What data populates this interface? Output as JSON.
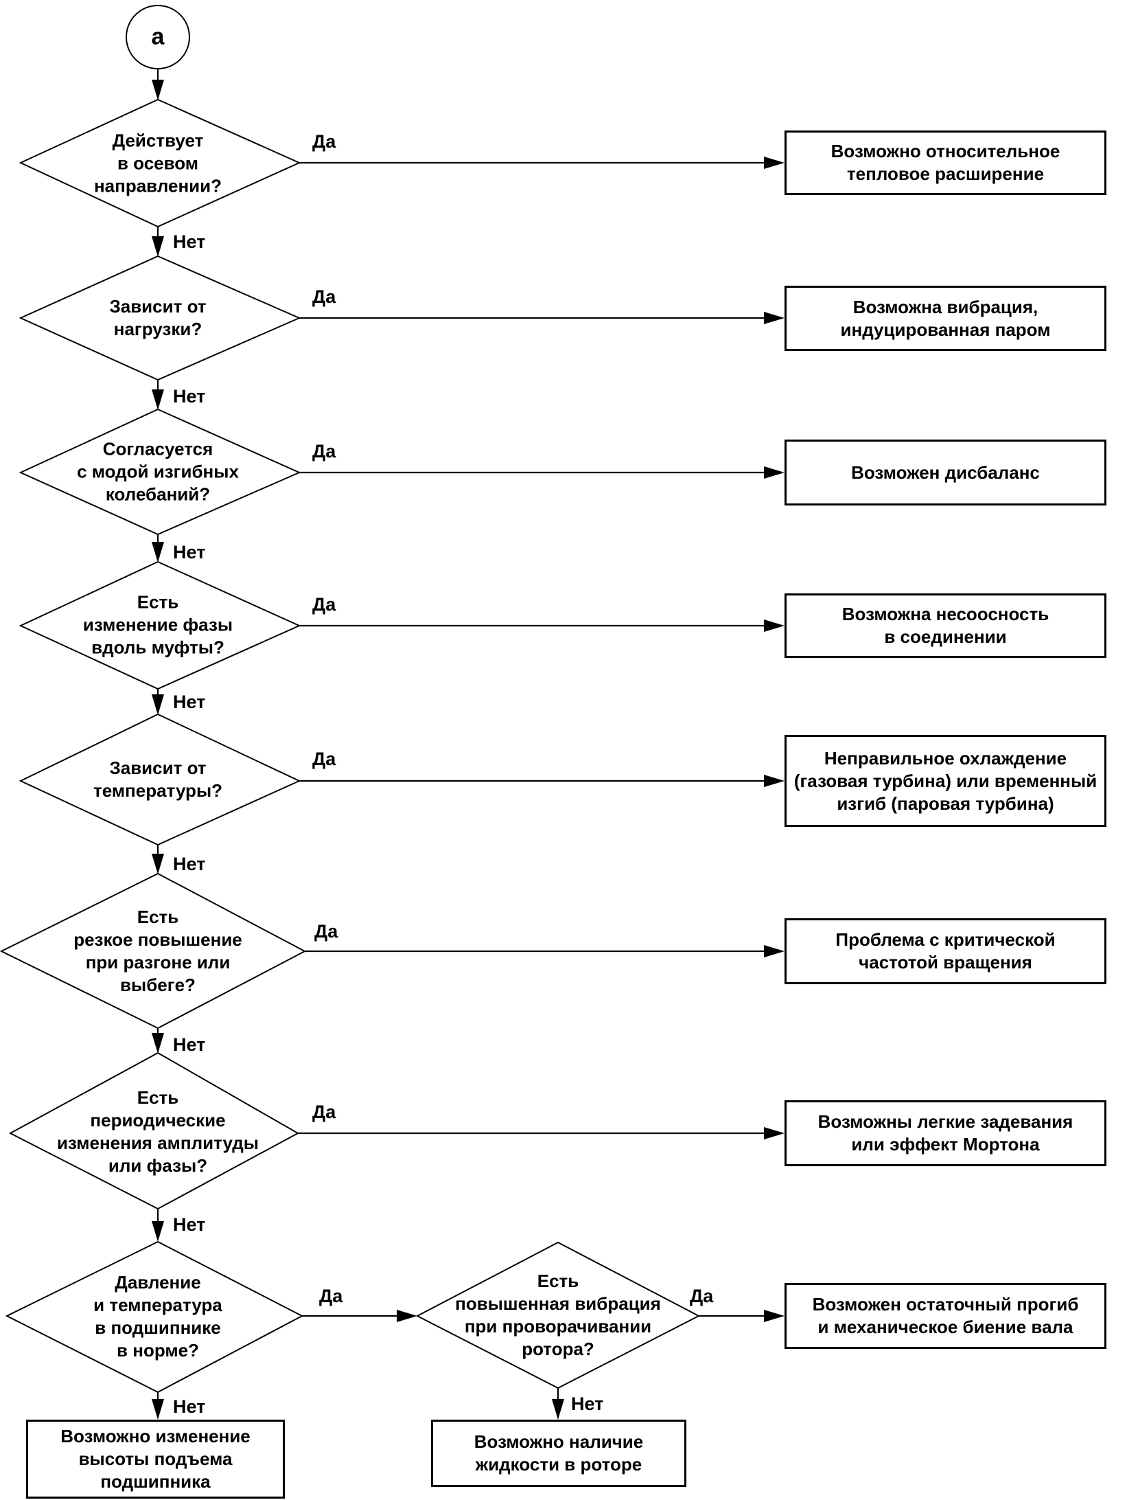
{
  "flowchart": {
    "start_connector": "а",
    "labels": {
      "yes": "Да",
      "no": "Нет"
    },
    "decisions": [
      {
        "text": "Действует\nв осевом\nнаправлении?"
      },
      {
        "text": "Зависит от\nнагрузки?"
      },
      {
        "text": "Согласуется\nс модой изгибных\nколебаний?"
      },
      {
        "text": "Есть\nизменение фазы\nвдоль муфты?"
      },
      {
        "text": "Зависит от\nтемпературы?"
      },
      {
        "text": "Есть\nрезкое повышение\nпри разгоне или\nвыбеге?"
      },
      {
        "text": "Есть\nпериодические\nизменения амплитуды\nили фазы?"
      },
      {
        "text": "Давление\nи температура\nв подшипнике\nв норме?"
      },
      {
        "text": "Есть\nповышенная вибрация\nпри проворачивании\nротора?"
      }
    ],
    "outcomes": [
      {
        "text": "Возможно относительное\nтепловое расширение"
      },
      {
        "text": "Возможна вибрация,\nиндуцированная паром"
      },
      {
        "text": "Возможен дисбаланс"
      },
      {
        "text": "Возможна несоосность\nв соединении"
      },
      {
        "text": "Неправильное охлаждение\n(газовая турбина) или временный\nизгиб (паровая турбина)"
      },
      {
        "text": "Проблема с критической\nчастотой вращения"
      },
      {
        "text": "Возможны легкие задевания\nили эффект Мортона"
      },
      {
        "text": "Возможен остаточный прогиб\nи механическое биение вала"
      },
      {
        "text": "Возможно изменение\nвысоты подъема\nподшипника"
      },
      {
        "text": "Возможно наличие\nжидкости в роторе"
      }
    ]
  }
}
